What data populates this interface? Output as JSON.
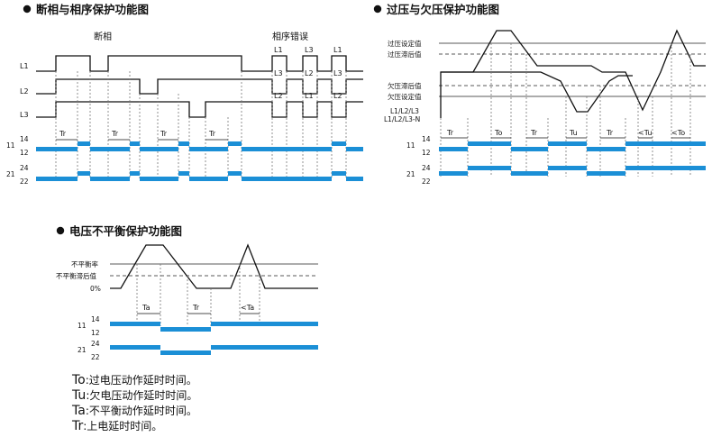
{
  "panels": {
    "phase_loss": {
      "title": "断相与相序保护功能图",
      "label_break": "断相",
      "label_sequence_error": "相序错误",
      "phase_labels": [
        "L1",
        "L2",
        "L3"
      ],
      "swap_labels": {
        "a1": "L1",
        "a2": "L3",
        "b1": "L3",
        "b2": "L2",
        "c1": "L1",
        "c2": "L3",
        "d1": "L2",
        "e1": "L1",
        "f1": "L2"
      },
      "tr": "Tr",
      "relay": {
        "t14": "14",
        "t11": "11",
        "t12": "12",
        "t24": "24",
        "t21": "21",
        "t22": "22"
      }
    },
    "voltage": {
      "title": "过压与欠压保护功能图",
      "levels": [
        "过压设定值",
        "过压滞后值",
        "欠压滞后值",
        "欠压设定值"
      ],
      "signal_label_1": "L1/L2/L3",
      "signal_label_2": "L1/L2/L3-N",
      "timers": [
        "Tr",
        "To",
        "Tr",
        "Tu",
        "Tr",
        "<Tu",
        "<To"
      ],
      "relay": {
        "t14": "14",
        "t11": "11",
        "t12": "12",
        "t24": "24",
        "t21": "21",
        "t22": "22"
      }
    },
    "unbalance": {
      "title": "电压不平衡保护功能图",
      "levels": [
        "不平衡率",
        "不平衡滞后值",
        "0%"
      ],
      "timers": [
        "Ta",
        "Tr",
        "<Ta"
      ],
      "relay": {
        "t14": "14",
        "t11": "11",
        "t12": "12",
        "t24": "24",
        "t21": "21",
        "t22": "22"
      }
    }
  },
  "legend": [
    {
      "key": "To",
      "text": ":过电压动作延时时间。"
    },
    {
      "key": "Tu",
      "text": ":欠电压动作延时时间。"
    },
    {
      "key": "Ta",
      "text": ":不平衡动作延时时间。"
    },
    {
      "key": "Tr",
      "text": ":上电延时时间。"
    }
  ],
  "colors": {
    "relay_bar": "#1b8fd6",
    "line": "#111111"
  }
}
